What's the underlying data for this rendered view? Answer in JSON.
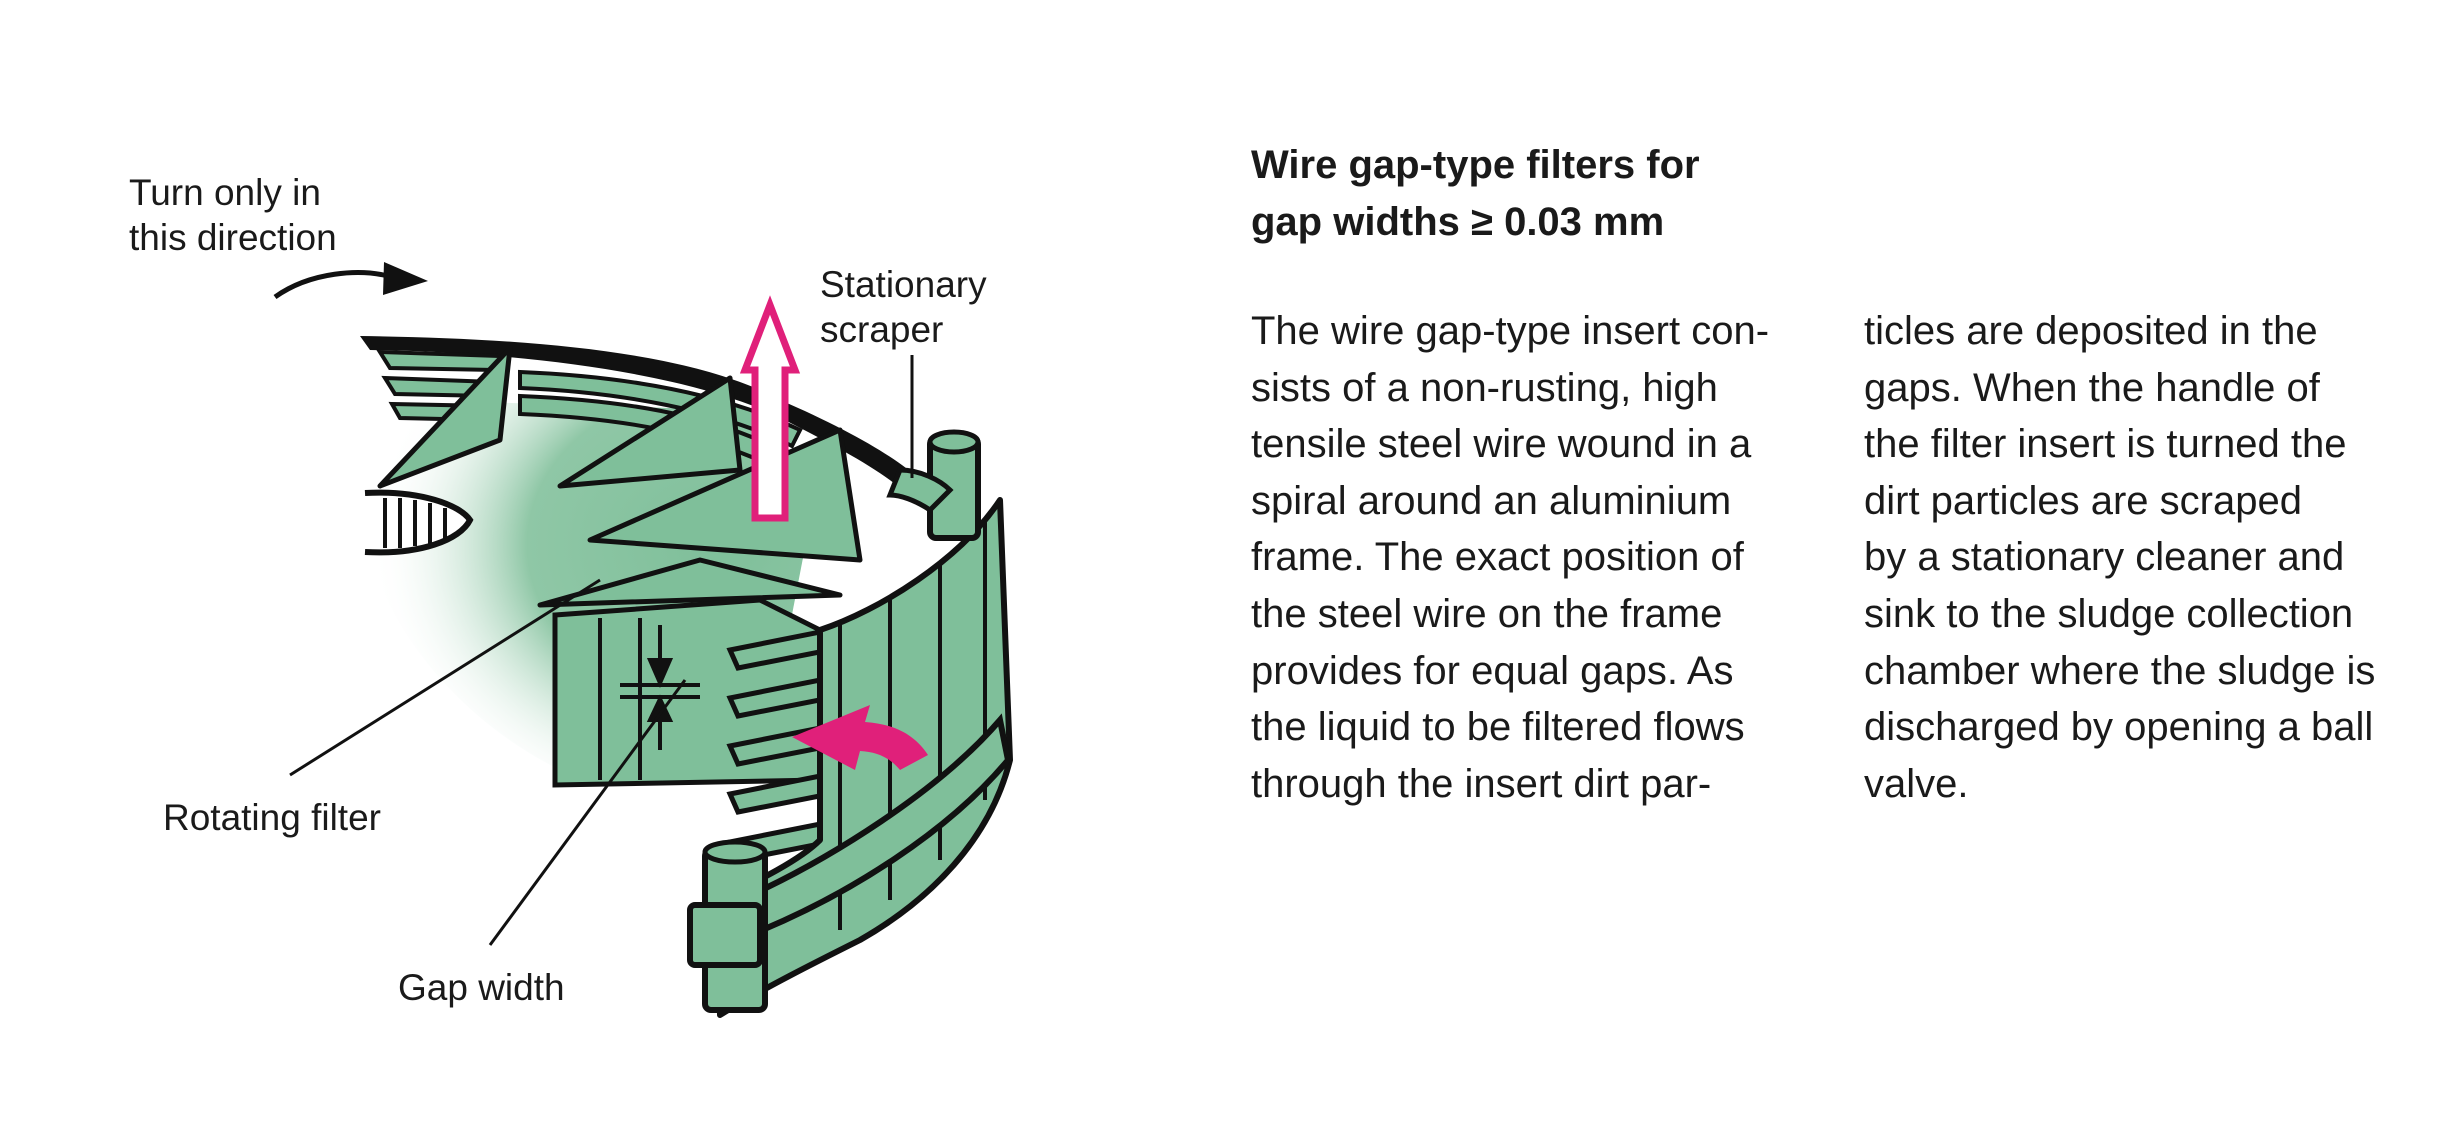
{
  "diagram": {
    "labels": {
      "turn_direction": "Turn only in\nthis direction",
      "stationary_scraper": "Stationary\nscraper",
      "rotating_filter": "Rotating filter",
      "gap_width": "Gap width"
    },
    "colors": {
      "filter_green": "#7fbf9a",
      "outline": "#111111",
      "accent_magenta": "#e0207a"
    }
  },
  "text": {
    "heading": "Wire gap-type filters for\ngap widths ≥ 0.03 mm",
    "column_1": "The wire gap-type insert con-\nsists of a non-rusting, high\ntensile steel wire wound in a\nspiral around an aluminium\nframe. The exact position of\nthe steel wire on the frame\nprovides for equal gaps. As\nthe liquid to be filtered flows\nthrough the insert dirt par-",
    "column_2": "ticles are deposited in the\ngaps. When the handle of\nthe filter insert is turned the\ndirt particles are scraped\nby a stationary cleaner and\nsink to the sludge collection\nchamber where the sludge is\ndischarged by opening a ball\nvalve."
  }
}
